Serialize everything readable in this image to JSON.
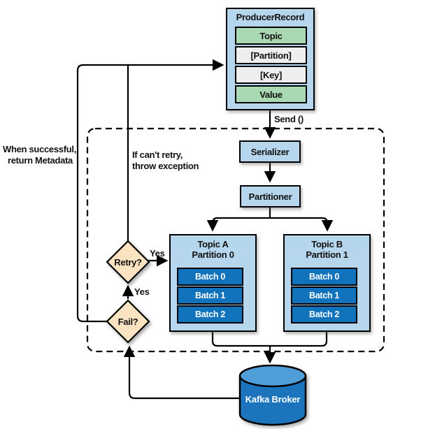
{
  "producer_record": {
    "title": "ProducerRecord",
    "fields": [
      "Topic",
      "[Partition]",
      "[Key]",
      "Value"
    ]
  },
  "pipeline": {
    "serializer": "Serializer",
    "partitioner": "Partitioner"
  },
  "decisions": {
    "retry": "Retry?",
    "fail": "Fail?"
  },
  "edge_labels": {
    "send": "Send ()",
    "retry_yes": "Yes",
    "fail_yes": "Yes"
  },
  "annotations": {
    "success_line1": "When successful,",
    "success_line2": "return Metadata",
    "cant_retry_line1": "If can't retry,",
    "cant_retry_line2": "throw exception"
  },
  "partitions": [
    {
      "title": "Topic A",
      "subtitle": "Partition 0",
      "batches": [
        "Batch 0",
        "Batch 1",
        "Batch 2"
      ]
    },
    {
      "title": "Topic B",
      "subtitle": "Partition 1",
      "batches": [
        "Batch 0",
        "Batch 1",
        "Batch 2"
      ]
    }
  ],
  "broker": {
    "label": "Kafka Broker"
  },
  "colors": {
    "box_blue": "#b5d6ec",
    "batch_blue": "#1173bb",
    "field_green": "#a9d9b3",
    "field_gray": "#efefef",
    "diamond_peach": "#fbe2c0",
    "cylinder_body": "#1b75bc",
    "cylinder_top": "#4f9ed8",
    "line_black": "#000000"
  }
}
